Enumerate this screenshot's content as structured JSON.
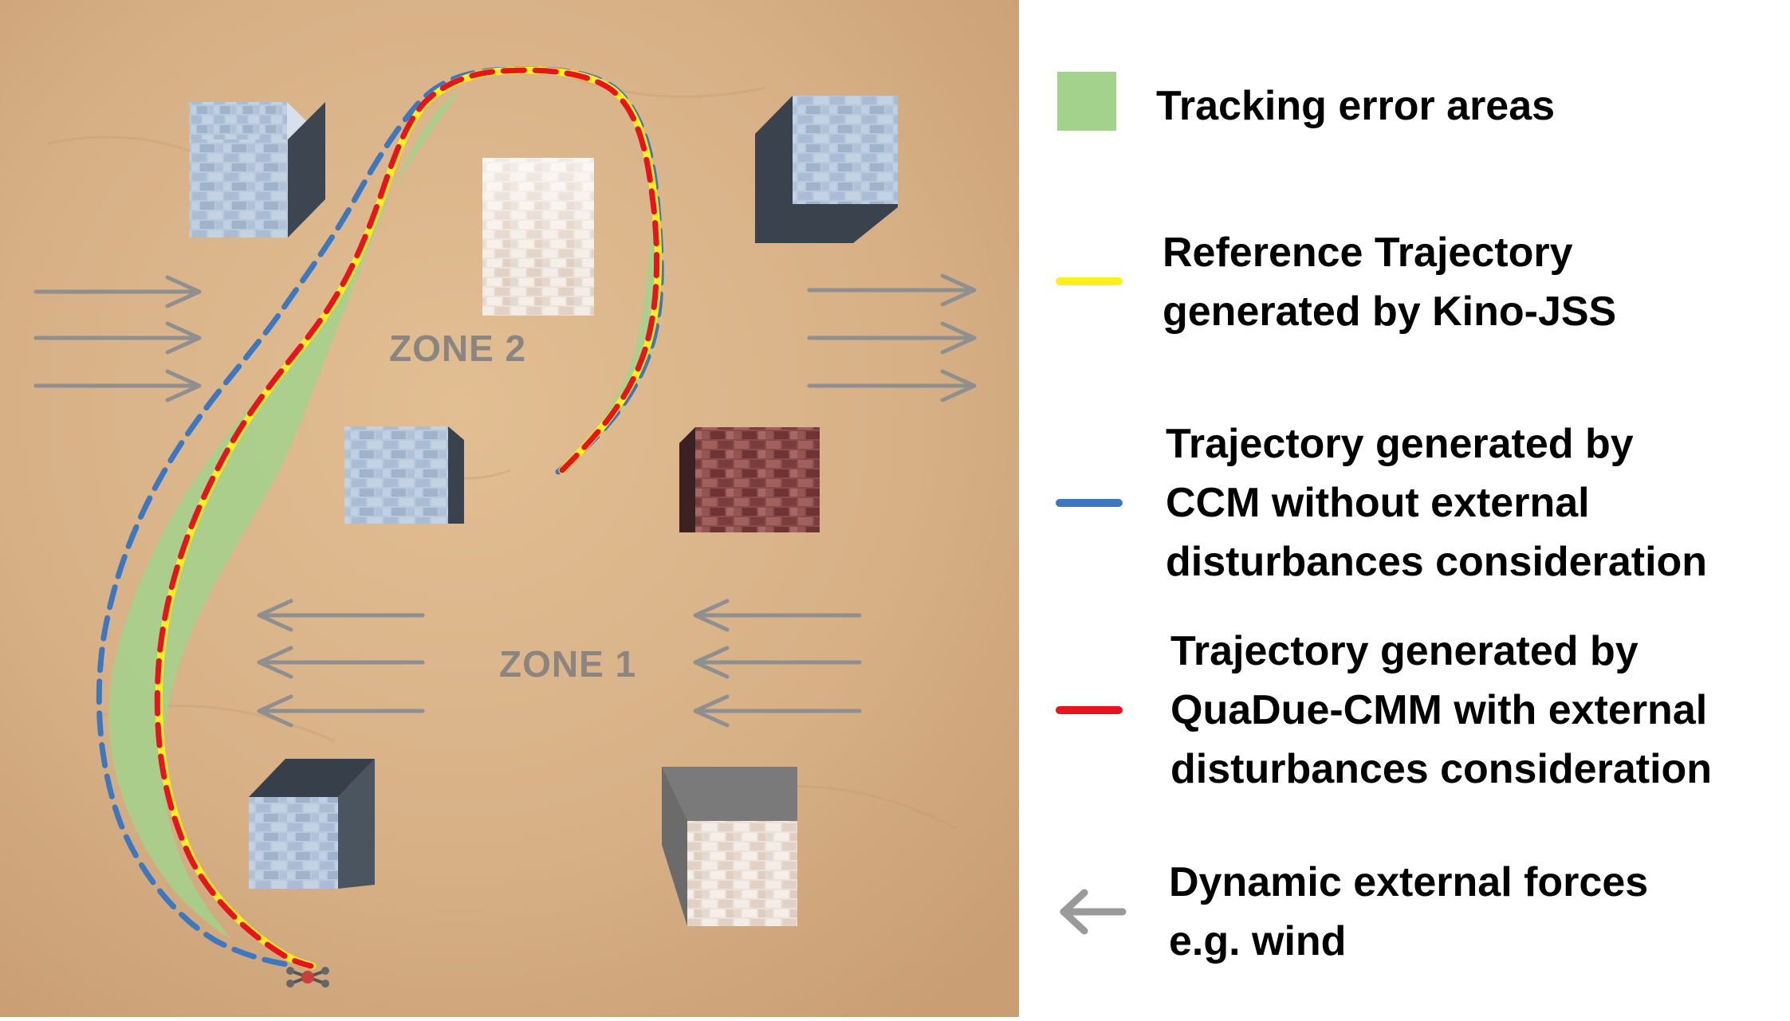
{
  "zones": {
    "zone1": "ZONE 1",
    "zone2": "ZONE 2"
  },
  "legend": {
    "tracking_error": "Tracking error areas",
    "reference": {
      "line1": "Reference Trajectory",
      "line2": "generated by Kino-JSS"
    },
    "ccm": {
      "line1": "Trajectory generated by",
      "line2": "CCM without external",
      "line3": "disturbances consideration"
    },
    "quadue": {
      "line1": "Trajectory generated by",
      "line2": "QuaDue-CMM with external",
      "line3": "disturbances consideration"
    },
    "wind": {
      "line1": "Dynamic external forces",
      "line2": "e.g. wind"
    }
  },
  "colors": {
    "ground": "#d9b48a",
    "tracking_area": "#a3d28d",
    "reference": "#ffef1f",
    "ccm": "#3c78c2",
    "quadue": "#e8131c",
    "wind_arrow": "#8f8f8f",
    "block_blue": "#b5c7dc",
    "block_white": "#e8dcd2",
    "block_red": "#8a4a48"
  },
  "icons": {
    "wind_arrow": "arrow-icon",
    "drone": "drone-icon",
    "block": "brick-block-icon"
  }
}
